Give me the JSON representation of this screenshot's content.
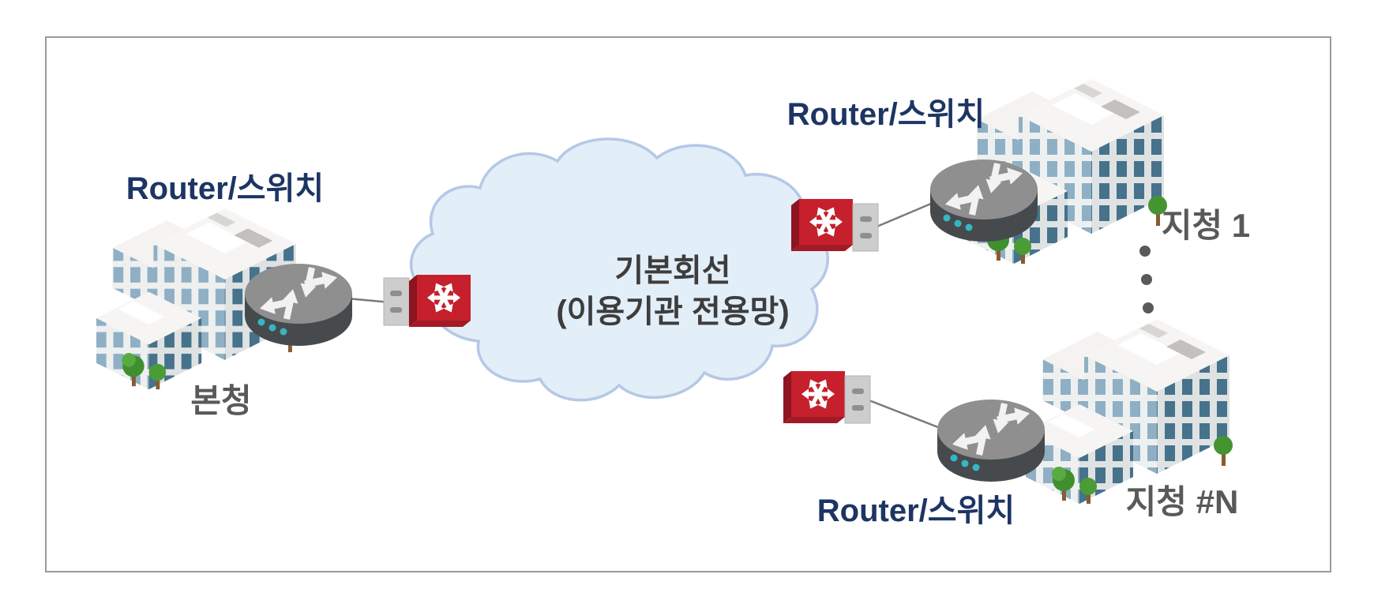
{
  "diagram": {
    "cloud": {
      "label_line1": "기본회선",
      "label_line2": "(이용기관 전용망)",
      "fill": "#e2eef8",
      "stroke": "#b5c8e6"
    },
    "labels": {
      "router_switch": "Router/스위치",
      "main_office": "본청",
      "branch_first": "지청 1",
      "branch_nth": "지청 #N"
    },
    "colors": {
      "router_label_navy": "#1d3563",
      "site_label_gray": "#595959",
      "cloud_text": "#3d3d3d",
      "switch_red": "#c5202c",
      "switch_red_dark": "#8d1420",
      "router_body_gray": "#8f8f8f",
      "router_rim_dark": "#464a4c",
      "frame_border": "#9b9b9b",
      "window_blue_light": "#8fb0c4",
      "window_blue_dark": "#46728c",
      "tree_green": "#449532",
      "led_teal": "#35b6c2",
      "connection_line": "#7a7a7a"
    },
    "icons": {
      "cloud": "cloud-icon",
      "router": "router-icon",
      "switch": "switch-icon",
      "building": "building-icon",
      "tree": "tree-icon",
      "ellipsis": "ellipsis-dots"
    },
    "ellipsis_dot_count": 3
  }
}
